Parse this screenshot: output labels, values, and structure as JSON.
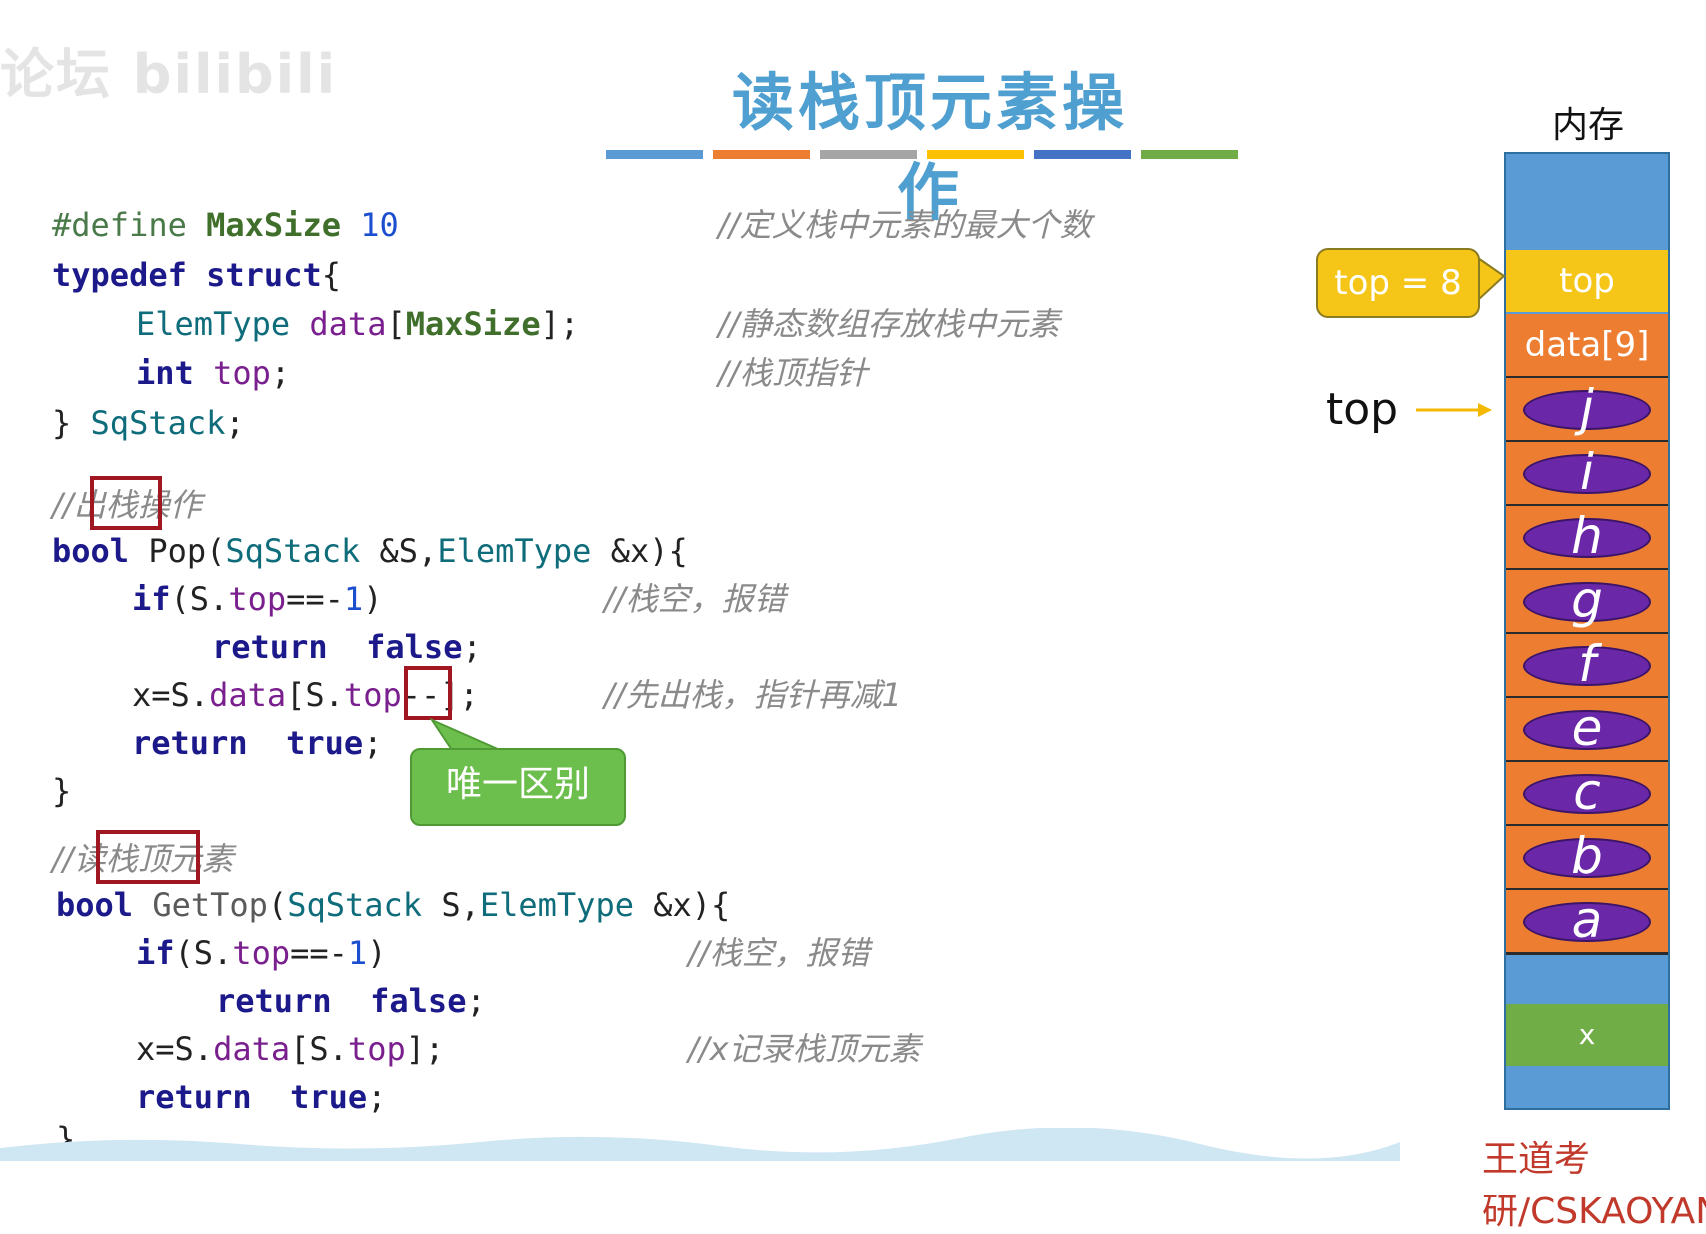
{
  "watermark": "论坛 bilibili",
  "title": "读栈顶元素操作",
  "color_bar_colors": [
    "#5b9bd5",
    "#ed7d31",
    "#a5a5a5",
    "#ffc000",
    "#4472c4",
    "#70ad47"
  ],
  "code": {
    "def_line": {
      "kw": "#define",
      "name": "MaxSize",
      "val": "10",
      "comment": "//定义栈中元素的最大个数"
    },
    "typedef_kw": "typedef",
    "struct_kw": "struct",
    "brace_open": "{",
    "field1": {
      "type": "ElemType",
      "name": "data",
      "bracket_open": "[",
      "size": "MaxSize",
      "bracket_close": "];",
      "comment": "//静态数组存放栈中元素"
    },
    "field2": {
      "type": "int",
      "name": "top",
      "end": ";",
      "comment": "//栈顶指针"
    },
    "struct_end": {
      "brace": "}",
      "name": "SqStack",
      "end": ";"
    },
    "pop_comment": {
      "prefix": "//",
      "boxed": "出栈",
      "rest": "操作"
    },
    "pop_sig": {
      "ret": "bool",
      "fn": "Pop",
      "p1": "(",
      "t1": "SqStack",
      "a1": " &S,",
      "t2": "ElemType",
      "a2": " &x){"
    },
    "pop_if": {
      "kw": "if",
      "open": "(S.",
      "mem": "top",
      "cmp": "==-",
      "num": "1",
      "close": ")",
      "comment": "//栈空，报错"
    },
    "pop_return_false": {
      "kw": "return",
      "val": "false",
      "end": ";"
    },
    "pop_assign": {
      "a": "x=S.",
      "mem1": "data",
      "b": "[S.",
      "mem2": "top",
      "op": "--",
      "c": "];",
      "comment": "//先出栈，指针再减1"
    },
    "pop_return_true": {
      "kw": "return",
      "val": "true",
      "end": ";"
    },
    "pop_close": "}",
    "gettop_comment": {
      "prefix": "//",
      "boxed": "读栈顶",
      "rest": "元素"
    },
    "gettop_sig": {
      "ret": "bool",
      "fn": "GetTop",
      "p1": "(",
      "t1": "SqStack",
      "a1": " S,",
      "t2": "ElemType",
      "a2": " &x){"
    },
    "gettop_if": {
      "kw": "if",
      "open": "(S.",
      "mem": "top",
      "cmp": "==-",
      "num": "1",
      "close": ")",
      "comment": "//栈空，报错"
    },
    "gettop_return_false": {
      "kw": "return",
      "val": "false",
      "end": ";"
    },
    "gettop_assign": {
      "a": "x=S.",
      "mem1": "data",
      "b": "[S.",
      "mem2": "top",
      "c": "];",
      "comment": "//x记录栈顶元素"
    },
    "gettop_return_true": {
      "kw": "return",
      "val": "true",
      "end": ";"
    },
    "gettop_close": "}"
  },
  "callout": "唯一区别",
  "memory": {
    "label": "内存",
    "top_cell": "top",
    "data9_cell": "data[9]",
    "stack_letters": [
      "j",
      "i",
      "h",
      "g",
      "f",
      "e",
      "c",
      "b",
      "a"
    ],
    "x_cell": "x",
    "top_value_bubble": "top = 8",
    "pointer_label": "top"
  },
  "footer": "王道考研/CSKAOYAN"
}
